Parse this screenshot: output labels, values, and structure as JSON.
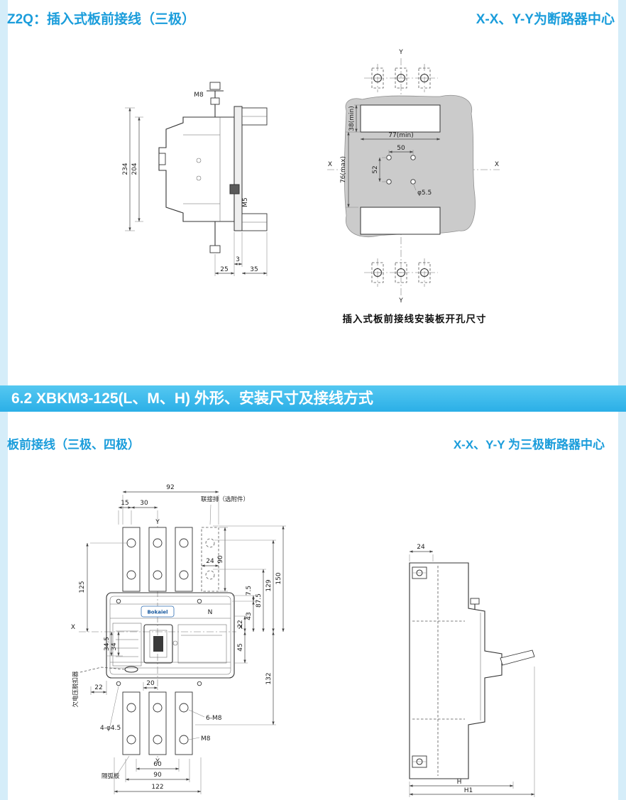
{
  "colors": {
    "title_blue": "#1b9ddb",
    "banner_blue": "#3bbcec",
    "plate_gray": "#cbcbcb"
  },
  "header": {
    "left_title": "Z2Q：插入式板前接线（三极）",
    "right_title": "X-X、Y-Y为断路器中心"
  },
  "top_left": {
    "m8": "M8",
    "d234": "234",
    "d204": "204",
    "m5": "M5",
    "d3": "3",
    "d25": "25",
    "d35": "35"
  },
  "top_right": {
    "y_top": "Y",
    "y_bottom": "Y",
    "x_left": "X",
    "x_right": "X",
    "d38": "38(min)",
    "d77": "77(min)",
    "d50": "50",
    "d52": "52",
    "d76": "76(max)",
    "hole": "φ5.5",
    "caption": "插入式板前接线安装板开孔尺寸"
  },
  "banner": {
    "title": "6.2 XBKM3-125(L、M、H) 外形、安装尺寸及接线方式"
  },
  "subtitle": {
    "left": "板前接线（三极、四极）",
    "right": "X-X、Y-Y 为三极断路器中心"
  },
  "front_view": {
    "d92": "92",
    "d15": "15",
    "d30": "30",
    "link_bar": "联接排（选附件）",
    "d90v": "90",
    "d24": "24",
    "y_top": "Y",
    "y_bottom": "Y",
    "x_left": "X",
    "x_right": "X",
    "d125": "125",
    "d7_5": "7.5",
    "d43": "43",
    "d22r": "22",
    "d45": "45",
    "d87_5": "87.5",
    "d129": "129",
    "d132": "132",
    "d150": "150",
    "n_pole": "N",
    "d34_5": "34.5",
    "d34": "34",
    "d20": "20",
    "d22l": "22",
    "uv_release": "欠电压脱扣器",
    "holes4": "4-φ4.5",
    "bolts6": "6-M8",
    "m8": "M8",
    "d60": "60",
    "d90b": "90",
    "d122": "122",
    "arc_plate": "隔弧板",
    "brand": "Bokaiel"
  },
  "side_view": {
    "d24": "24",
    "h": "H",
    "h1": "H1"
  }
}
